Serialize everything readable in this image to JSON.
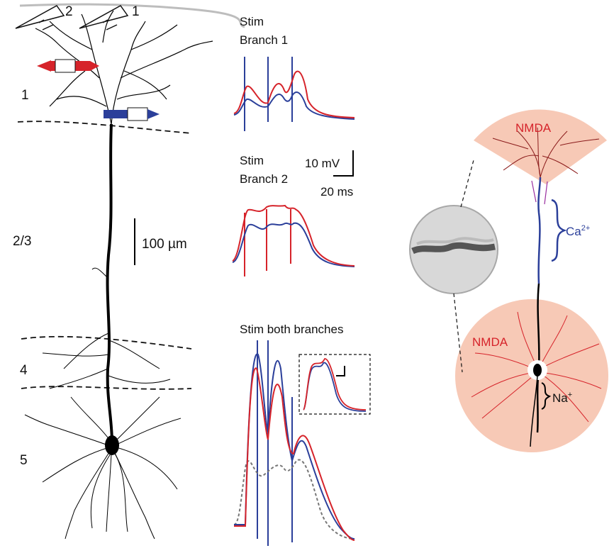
{
  "layers": {
    "l1": "1",
    "l23": "2/3",
    "l4": "4",
    "l5": "5"
  },
  "electrodes": {
    "e2": "2",
    "e1": "1"
  },
  "scale_bars": {
    "morphology": "100 µm",
    "voltage": "10 mV",
    "time": "20 ms"
  },
  "traces": {
    "branch1": {
      "line1": "Stim",
      "line2": "Branch 1"
    },
    "branch2": {
      "line1": "Stim",
      "line2": "Branch 2"
    },
    "both": "Stim both branches"
  },
  "schematic": {
    "nmda_apical": "NMDA",
    "nmda_basal": "NMDA",
    "ca_base": "Ca",
    "ca_sup": "2+",
    "na_base": "Na",
    "na_sup": "+"
  },
  "colors": {
    "red": "#d6232a",
    "blue": "#2b3f9a",
    "salmon": "#f7c9b6",
    "gray_dashed": "#777777"
  }
}
